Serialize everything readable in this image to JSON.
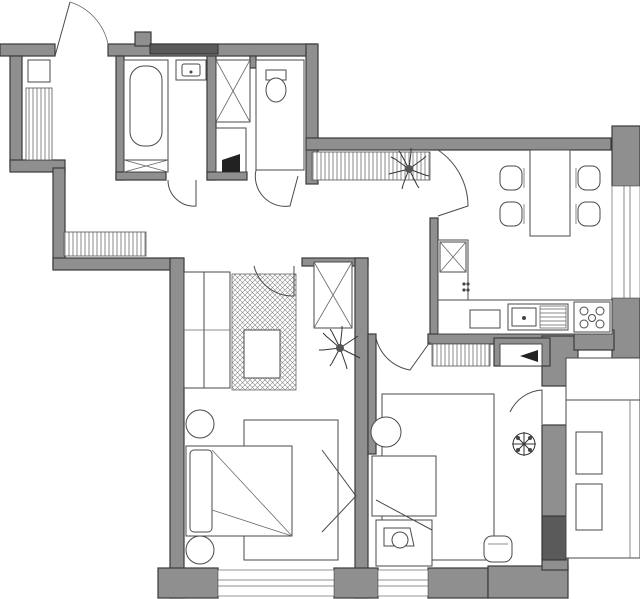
{
  "plan": {
    "rooms": [
      "hallway",
      "bathroom",
      "toilet",
      "kitchen-dining",
      "living-room",
      "bedroom",
      "study",
      "balcony"
    ],
    "watermark": ""
  }
}
